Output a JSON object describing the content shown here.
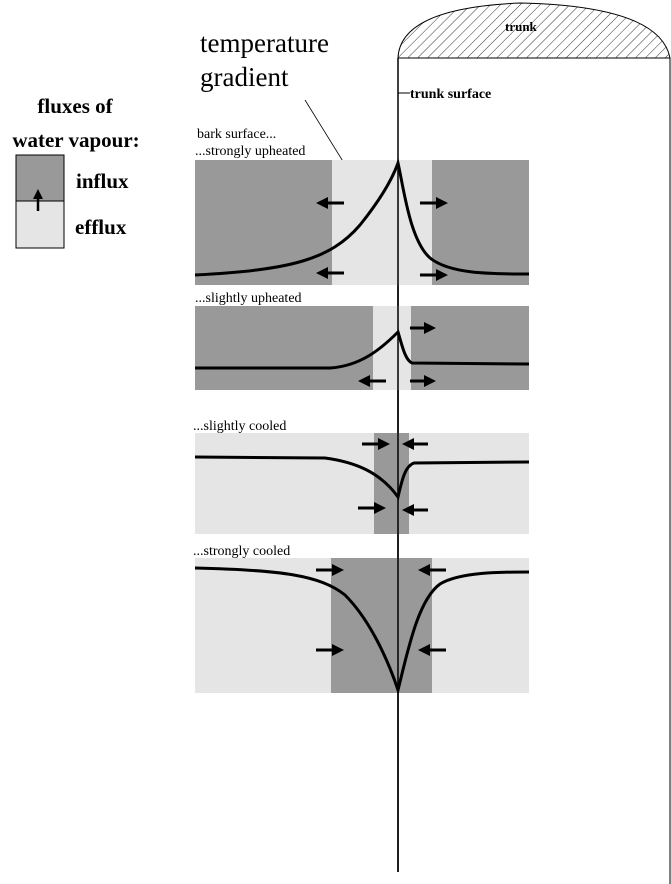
{
  "title": {
    "line1": "temperature",
    "line2": "gradient"
  },
  "trunk": {
    "label": "trunk",
    "surface_label": "trunk surface"
  },
  "legend": {
    "title_line1": "fluxes of",
    "title_line2": "water vapour:",
    "influx": "influx",
    "efflux": "efflux"
  },
  "panels": {
    "intro": "bark surface...",
    "strongly_upheated": "...strongly upheated",
    "slightly_upheated": "...slightly upheated",
    "slightly_cooled": "...slightly cooled",
    "strongly_cooled": "...strongly cooled"
  },
  "colors": {
    "influx": "#999999",
    "efflux": "#e5e5e5"
  }
}
